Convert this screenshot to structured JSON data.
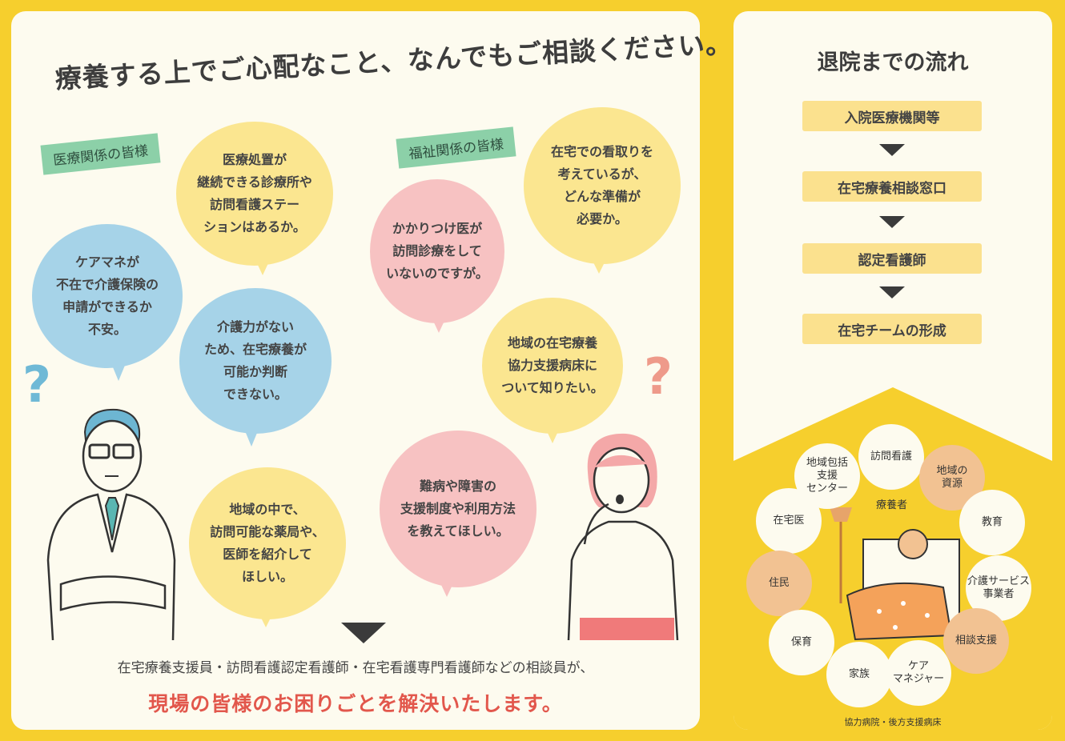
{
  "headline": "療養する上でご心配なこと、なんでもご相談ください。",
  "tags": {
    "medical": "医療関係の皆様",
    "welfare": "福祉関係の皆様"
  },
  "bubbles": [
    {
      "text": "医療処置が\n継続できる診療所や\n訪問看護ステー\nションはあるか。",
      "color": "yellow"
    },
    {
      "text": "ケアマネが\n不在で介護保険の\n申請ができるか\n不安。",
      "color": "blue"
    },
    {
      "text": "介護力がない\nため、在宅療養が\n可能か判断\nできない。",
      "color": "blue"
    },
    {
      "text": "地域の中で、\n訪問可能な薬局や、\n医師を紹介して\nほしい。",
      "color": "yellow"
    },
    {
      "text": "在宅での看取りを\n考えているが、\nどんな準備が\n必要か。",
      "color": "yellow"
    },
    {
      "text": "かかりつけ医が\n訪問診療をして\nいないのですが。",
      "color": "pink"
    },
    {
      "text": "地域の在宅療養\n協力支援病床に\nついて知りたい。",
      "color": "yellow"
    },
    {
      "text": "難病や障害の\n支援制度や利用方法\nを教えてほしい。",
      "color": "pink"
    }
  ],
  "question_mark": "?",
  "bottom": {
    "line1": "在宅療養支援員・訪問看護認定看護師・在宅看護専門看護師などの相談員が、",
    "line2": "現場の皆様のお困りごとを解決いたします。"
  },
  "flow": {
    "title": "退院までの流れ",
    "steps": [
      "入院医療機関等",
      "在宅療養相談窓口",
      "認定看護師",
      "在宅チームの形成"
    ]
  },
  "network": {
    "center_label": "療養者",
    "nodes": [
      "地域包括\n支援\nセンター",
      "訪問看護",
      "地域の\n資源",
      "在宅医",
      "教育",
      "住民",
      "介護サービス\n事業者",
      "保育",
      "相談支援",
      "家族",
      "ケア\nマネジャー"
    ],
    "footnote": "協力病院・後方支援病床"
  },
  "colors": {
    "background": "#f6cf2d",
    "panel": "#fdfbef",
    "yellow_bubble": "#fbe690",
    "blue_bubble": "#a6d3e8",
    "pink_bubble": "#f7c2c2",
    "accent_red": "#e2574c",
    "tag_green": "#8cd0a8",
    "tan_circle": "#f2c292"
  }
}
